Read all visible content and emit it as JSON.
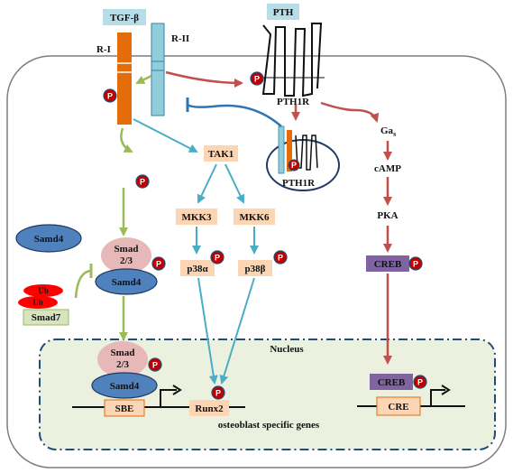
{
  "labels": {
    "tgf_beta": "TGF-β",
    "r_i": "R-I",
    "r_ii": "R-II",
    "pth": "PTH",
    "pth1r_top": "PTH1R",
    "pth1r_bottom": "PTH1R",
    "gas_main": "Ga",
    "gas_sub": "s",
    "camp": "cAMP",
    "pka": "PKA",
    "creb": "CREB",
    "creb_nucleus": "CREB",
    "cre": "CRE",
    "tak1": "TAK1",
    "mkk3": "MKK3",
    "mkk6": "MKK6",
    "p38a": "p38α",
    "p38b": "p38β",
    "samd4_left": "Samd4",
    "smad23_top": "Smad",
    "smad23_bottom": "2/3",
    "samd4_complex": "Samd4",
    "ub1": "Ub",
    "ub2": "Ub",
    "smad7": "Smad7",
    "nucleus": "Nucleus",
    "smad23_nuc_top": "Smad",
    "smad23_nuc_bottom": "2/3",
    "samd4_nuc": "Samd4",
    "sbe": "SBE",
    "runx2": "Runx2",
    "osteoblast_genes": "osteoblast specific genes",
    "phospho": "P"
  },
  "colors": {
    "cell_border": "#7f7f7f",
    "nucleus_fill": "#ebf1de",
    "nucleus_border": "#1f4e79",
    "r_i": "#e46c0a",
    "r_ii": "#92cddc",
    "label_box": "#fcd5b5",
    "samd4": "#4f81bd",
    "smad23": "#e6b9b8",
    "creb": "#8064a2",
    "ub": "#ff0000",
    "smad7": "#d7e4bd",
    "arrow_green": "#9bbb59",
    "arrow_blue": "#4bacc6",
    "arrow_red": "#c0504d",
    "inhibit_blue": "#2e75b6",
    "phospho": "#c00000"
  }
}
